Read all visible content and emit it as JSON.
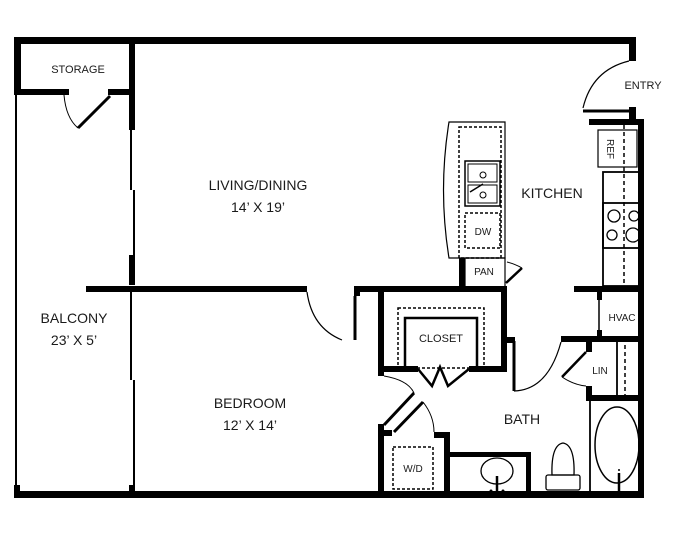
{
  "floorplan": {
    "rooms": {
      "storage": {
        "name": "STORAGE"
      },
      "living": {
        "name": "LIVING/DINING",
        "size": "14’ X 19’"
      },
      "balcony": {
        "name": "BALCONY",
        "size": "23’ X 5’"
      },
      "bedroom": {
        "name": "BEDROOM",
        "size": "12’ X 14’"
      },
      "kitchen": {
        "name": "KITCHEN"
      },
      "entry": {
        "name": "ENTRY"
      },
      "closet": {
        "name": "CLOSET"
      },
      "bath": {
        "name": "BATH"
      },
      "hvac": {
        "name": "HVAC"
      },
      "linen": {
        "name": "LIN"
      },
      "pantry": {
        "name": "PAN"
      }
    },
    "fixtures": {
      "dishwasher": "DW",
      "refrigerator": "REF",
      "washer_dryer": "W/D"
    },
    "colors": {
      "wall": "#000000",
      "background": "#ffffff"
    }
  }
}
